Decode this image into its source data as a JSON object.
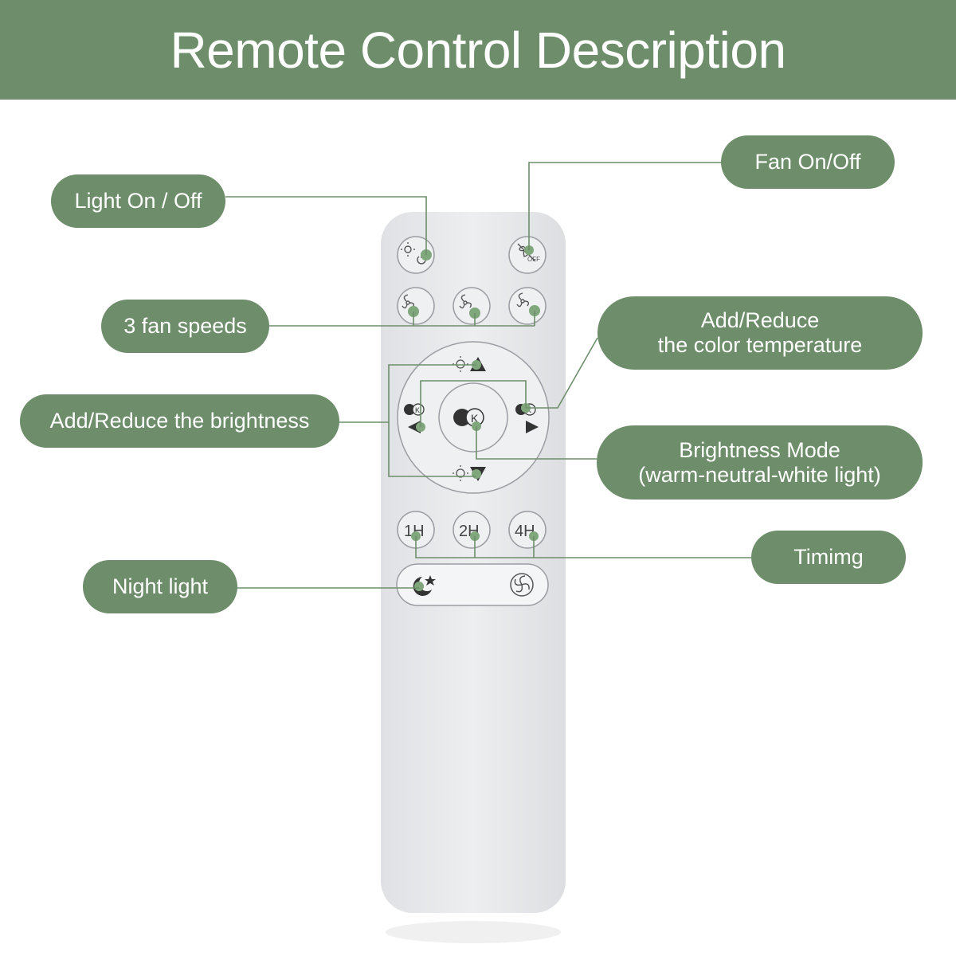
{
  "header": {
    "title": "Remote Control Description"
  },
  "labels": {
    "light_on_off": "Light On / Off",
    "fan_on_off": "Fan On/Off",
    "fan_speeds": "3 fan speeds",
    "color_temp_line1": "Add/Reduce",
    "color_temp_line2": "the color temperature",
    "brightness": "Add/Reduce the brightness",
    "brightness_mode_line1": "Brightness Mode",
    "brightness_mode_line2": "(warm-neutral-white light)",
    "timing": "Timimg",
    "night_light": "Night light"
  },
  "remote": {
    "fan_off_text": "OFF",
    "center_k": "K",
    "left_k": "K",
    "right_k": "K",
    "timer_1": "1H",
    "timer_2": "2H",
    "timer_3": "4H"
  },
  "colors": {
    "accent": "#6e8e6b",
    "remote_body": "#e9eaec",
    "button_outline": "#9a9da2",
    "dot": "#7fa77b"
  }
}
